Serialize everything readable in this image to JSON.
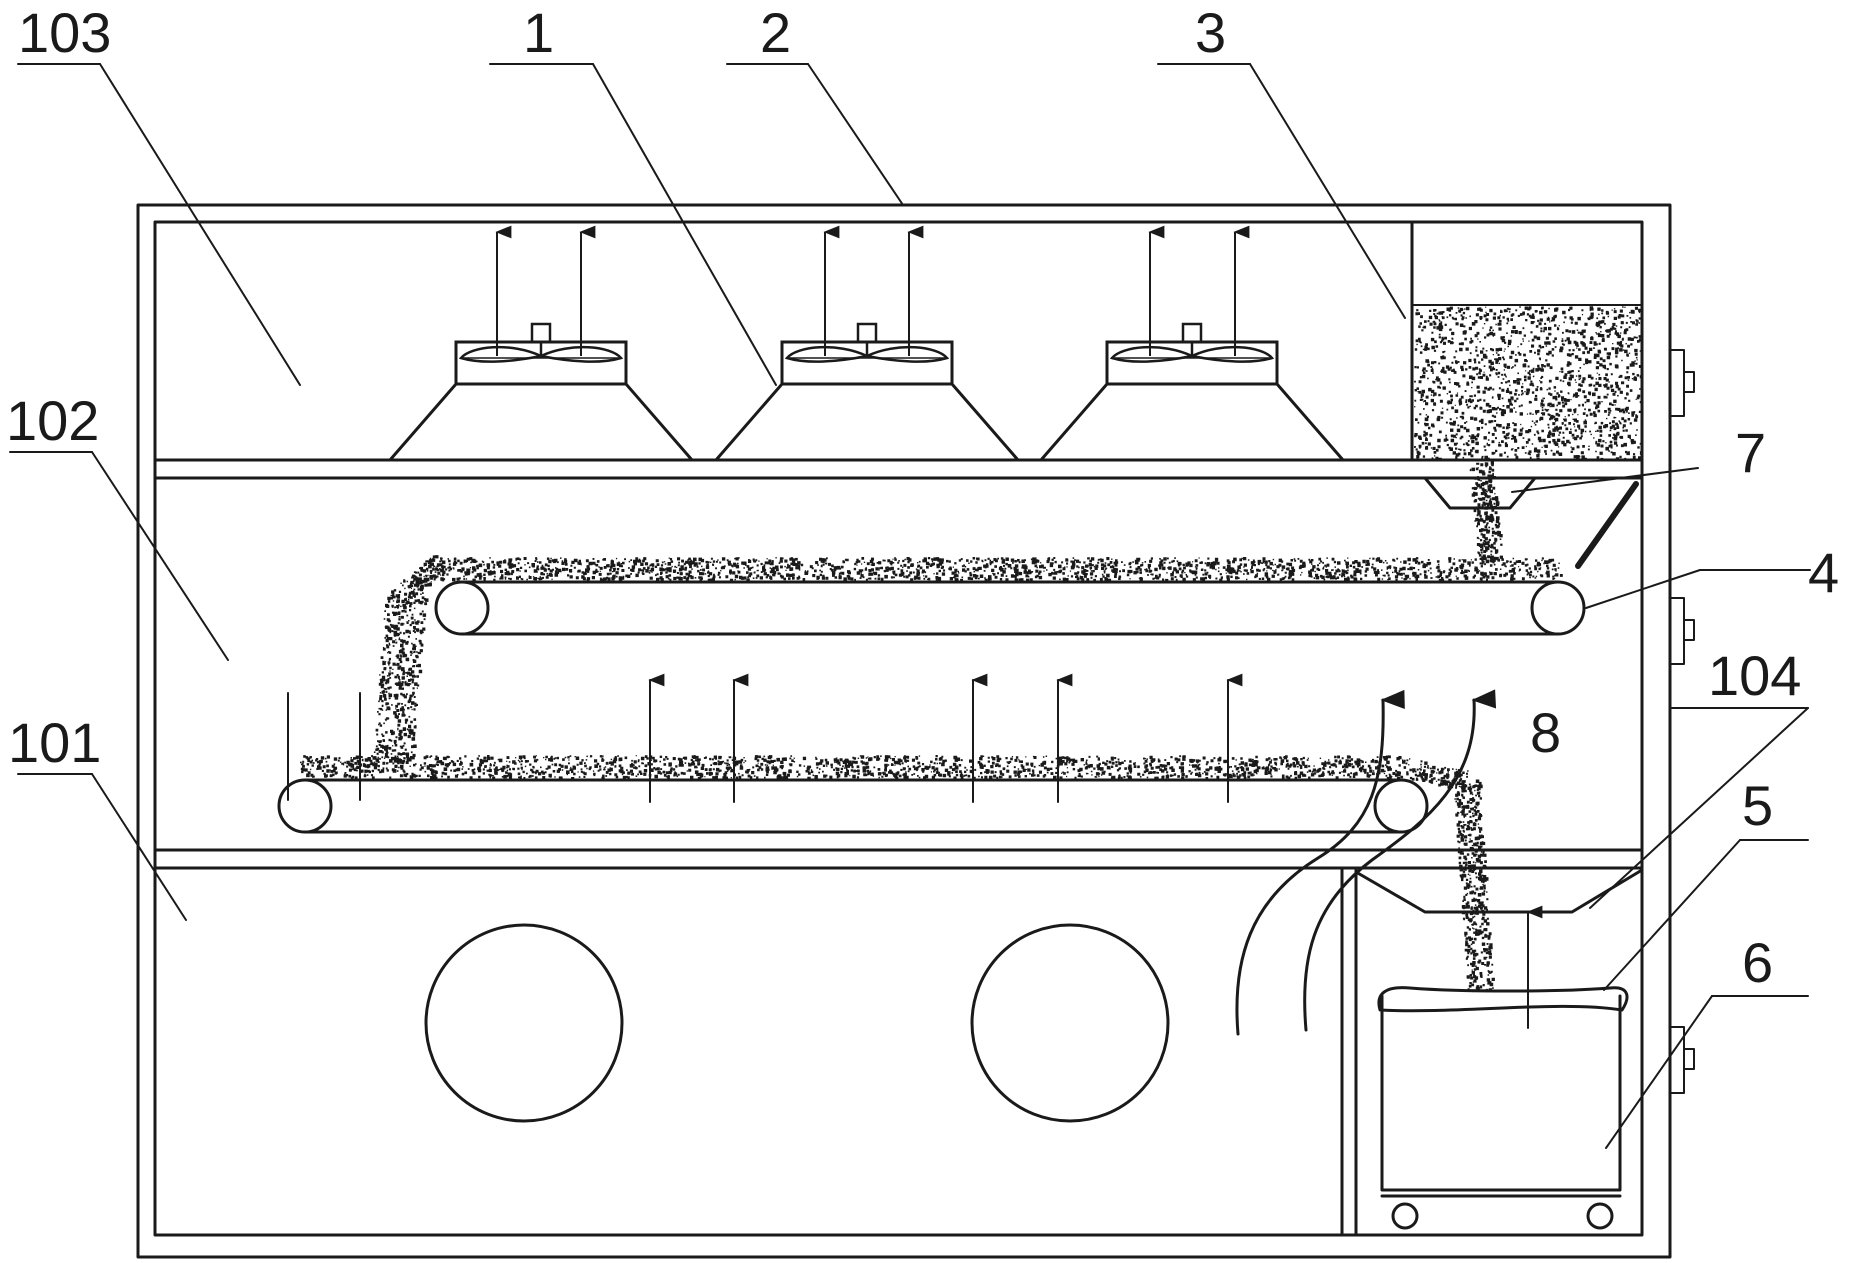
{
  "labels": {
    "l103": "103",
    "l1": "1",
    "l2": "2",
    "l3": "3",
    "l102": "102",
    "l7": "7",
    "l4": "4",
    "l104": "104",
    "l101": "101",
    "l8": "8",
    "l5": "5",
    "l6": "6"
  },
  "colors": {
    "line": "#1a1a1a",
    "particles": "#1a1a1a",
    "background": "#ffffff"
  }
}
